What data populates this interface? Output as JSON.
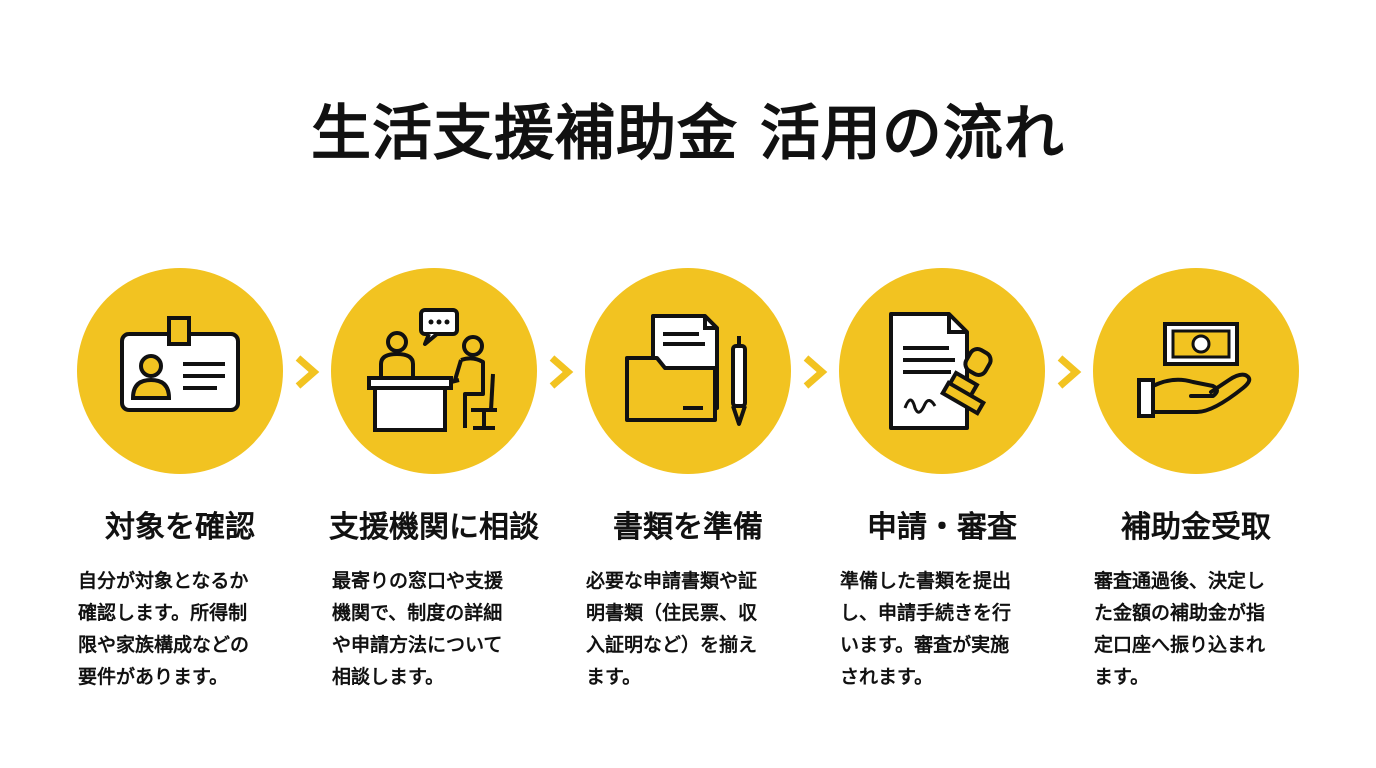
{
  "title": "生活支援補助金 活用の流れ",
  "steps": [
    {
      "icon": "id-card-icon",
      "title": "対象を確認",
      "desc": [
        "自分が対象となるか",
        "確認します。所得制",
        "限や家族構成などの",
        "要件があります。"
      ]
    },
    {
      "icon": "consultation-desk-icon",
      "title": "支援機関に相談",
      "desc": [
        "最寄りの窓口や支援",
        "機関で、制度の詳細",
        "や申請方法について",
        "相談します。"
      ]
    },
    {
      "icon": "documents-folder-icon",
      "title": "書類を準備",
      "desc": [
        "必要な申請書類や証",
        "明書類（住民票、収",
        "入証明など）を揃え",
        "ます。"
      ]
    },
    {
      "icon": "signed-document-stamp-icon",
      "title": "申請・審査",
      "desc": [
        "準備した書類を提出",
        "し、申請手続きを行",
        "います。審査が実施",
        "されます。"
      ]
    },
    {
      "icon": "money-in-hand-icon",
      "title": "補助金受取",
      "desc": [
        "審査通過後、決定し",
        "た金額の補助金が指",
        "定口座へ振り込まれ",
        "ます。"
      ]
    }
  ],
  "colors": {
    "accent": "#F2C321",
    "ink": "#111111",
    "background": "#ffffff"
  }
}
